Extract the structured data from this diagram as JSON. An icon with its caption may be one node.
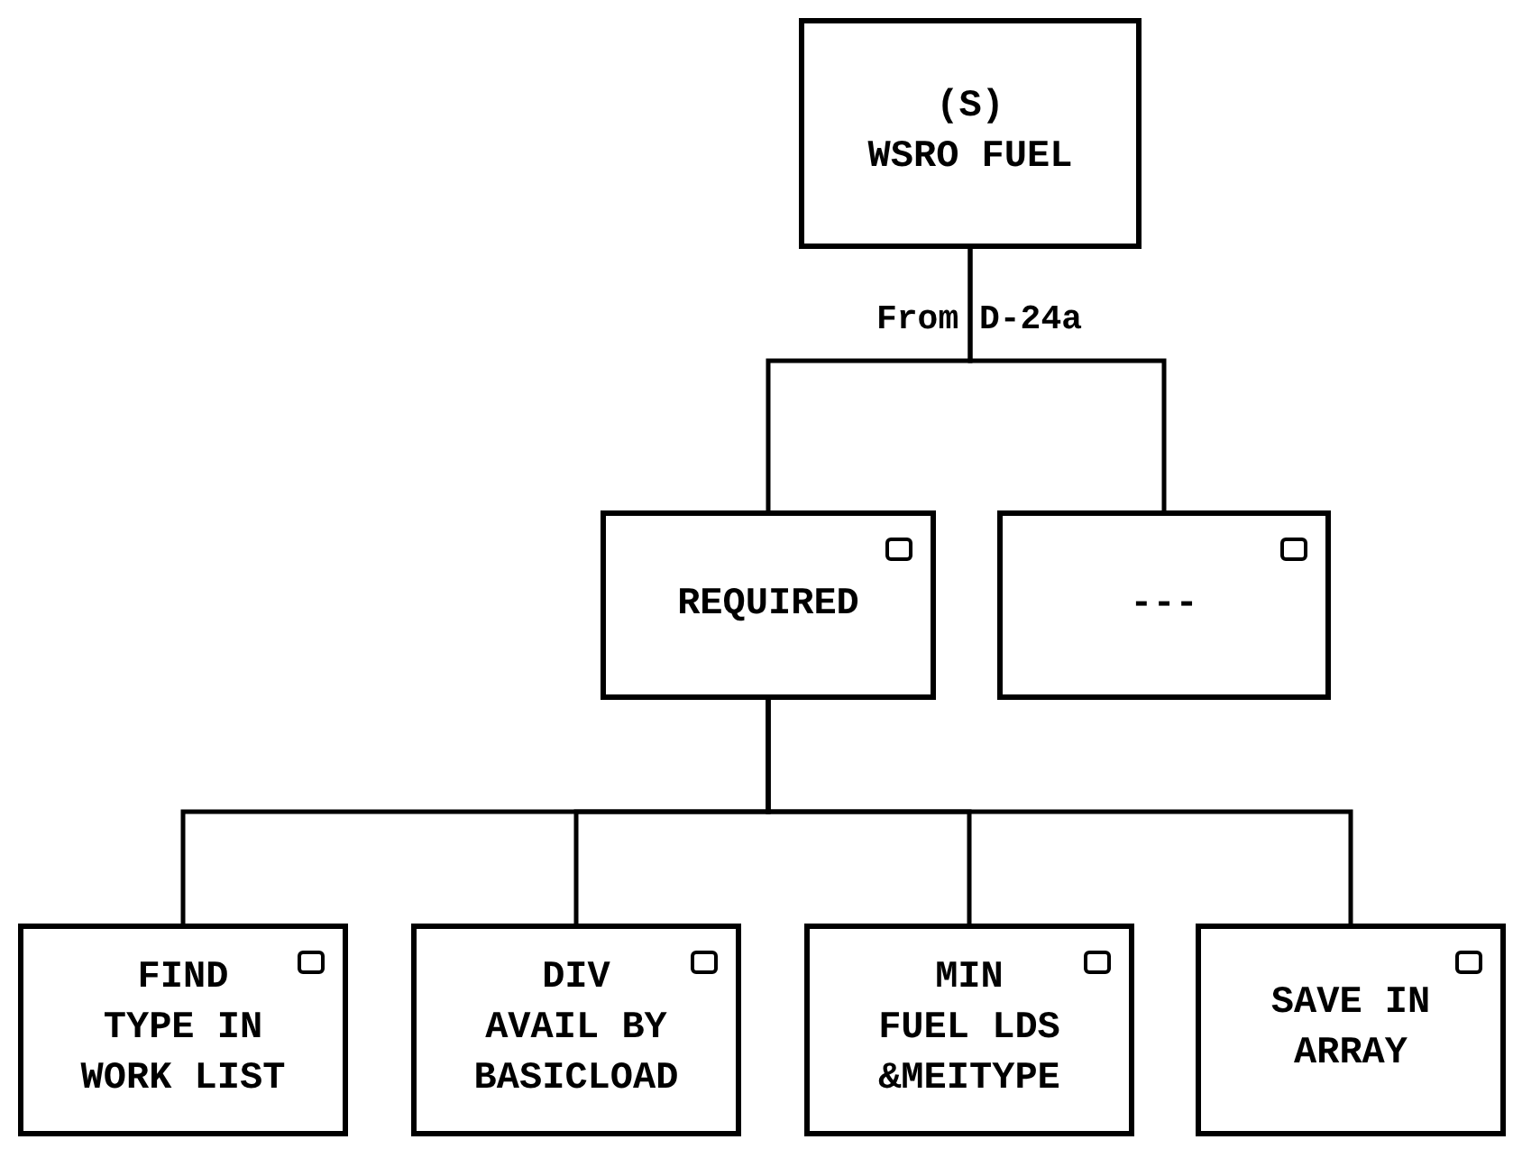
{
  "diagram": {
    "nodes": [
      {
        "text": [
          "(S)",
          "WSRO FUEL"
        ]
      },
      {
        "text": [
          "REQUIRED"
        ]
      },
      {
        "text": [
          "---"
        ]
      },
      {
        "text": [
          "FIND TYPE IN WORK LIST"
        ]
      },
      {
        "text": [
          "DIV AVAIL BY BASICLOAD"
        ]
      },
      {
        "text": [
          "MIN FUEL LDS &MEITYPE"
        ]
      },
      {
        "text": [
          "SAVE IN ARRAY"
        ]
      }
    ],
    "edges": [
      {
        "from": 0,
        "to": 1,
        "arrow": "none"
      },
      {
        "from": 0,
        "to": 2,
        "arrow": "none"
      },
      {
        "from": 1,
        "to": 3,
        "arrow": "none"
      },
      {
        "from": 1,
        "to": 4,
        "arrow": "none"
      },
      {
        "from": 1,
        "to": 5,
        "arrow": "none"
      },
      {
        "from": 1,
        "to": 6,
        "arrow": "none"
      }
    ],
    "labels": [
      "From",
      "D-24a"
    ]
  }
}
